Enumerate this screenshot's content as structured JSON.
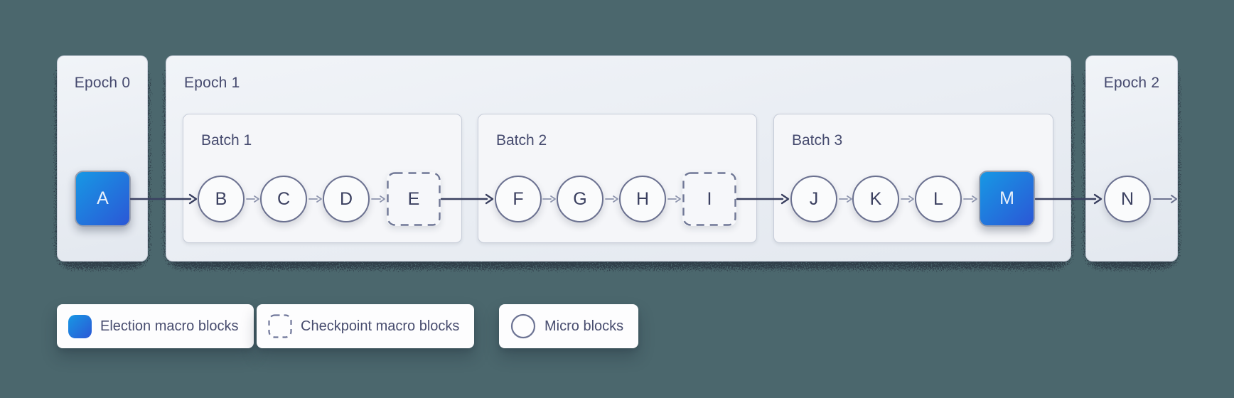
{
  "colors": {
    "background": "#4b676d",
    "election_gradient_start": "#1798e4",
    "election_gradient_end": "#2b57d6",
    "node_outline": "#6b7190",
    "arrow_dark": "#3a4060",
    "arrow_light": "#8d94ad",
    "label_text": "#454a6e"
  },
  "epochs": [
    {
      "label": "Epoch 0",
      "blocks": [
        {
          "id": "A",
          "type": "election"
        }
      ]
    },
    {
      "label": "Epoch 1",
      "batches": [
        {
          "label": "Batch 1",
          "blocks": [
            {
              "id": "B",
              "type": "micro"
            },
            {
              "id": "C",
              "type": "micro"
            },
            {
              "id": "D",
              "type": "micro"
            },
            {
              "id": "E",
              "type": "checkpoint"
            }
          ]
        },
        {
          "label": "Batch 2",
          "blocks": [
            {
              "id": "F",
              "type": "micro"
            },
            {
              "id": "G",
              "type": "micro"
            },
            {
              "id": "H",
              "type": "micro"
            },
            {
              "id": "I",
              "type": "checkpoint"
            }
          ]
        },
        {
          "label": "Batch 3",
          "blocks": [
            {
              "id": "J",
              "type": "micro"
            },
            {
              "id": "K",
              "type": "micro"
            },
            {
              "id": "L",
              "type": "micro"
            },
            {
              "id": "M",
              "type": "election"
            }
          ]
        }
      ]
    },
    {
      "label": "Epoch 2",
      "blocks": [
        {
          "id": "N",
          "type": "micro"
        }
      ]
    }
  ],
  "legend": [
    {
      "label": "Election macro blocks",
      "icon": "election-macro-block-icon"
    },
    {
      "label": "Checkpoint macro blocks",
      "icon": "checkpoint-macro-block-icon"
    },
    {
      "label": "Micro blocks",
      "icon": "micro-block-icon"
    }
  ]
}
